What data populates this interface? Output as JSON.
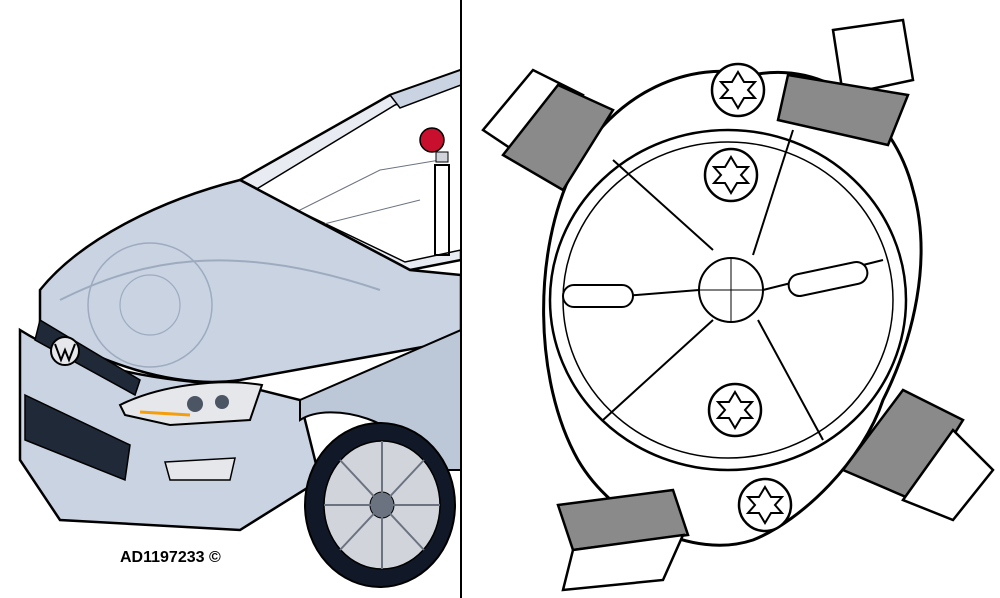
{
  "figure": {
    "reference_code": "AD1197233 ©",
    "colors": {
      "body_paint": "#c9d3e2",
      "body_shadow": "#9eabbf",
      "outline": "#000000",
      "marker": "#c8102e",
      "pad_gray": "#8a8a8a",
      "background": "#ffffff"
    },
    "left_panel": {
      "icons": [
        "car-front-view",
        "windshield-sensor-marker",
        "vw-logo-icon",
        "wheel-icon"
      ]
    },
    "right_panel": {
      "icons": [
        "sensor-mount-bracket",
        "torx-screw-icon",
        "clip-tab-icon"
      ]
    }
  }
}
